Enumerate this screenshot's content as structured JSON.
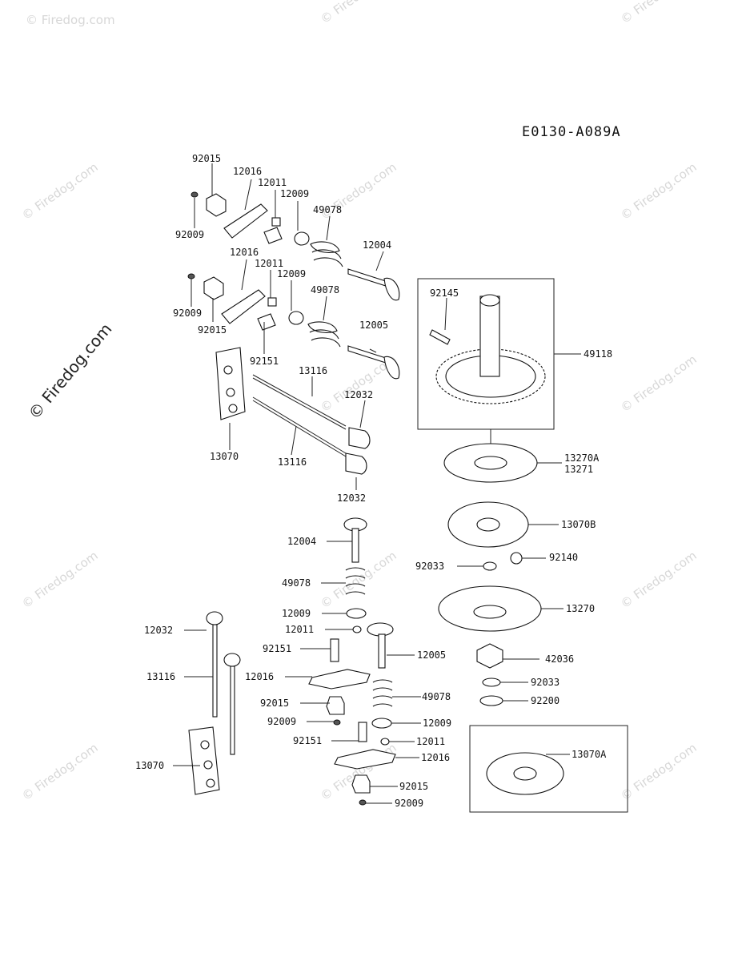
{
  "diagram_code": "E0130-A089A",
  "watermark_main": "© Firedog.com",
  "watermark_small": "© Firedog.com",
  "labels": {
    "l92015a": "92015",
    "l12016a": "12016",
    "l12011a": "12011",
    "l12009a": "12009",
    "l49078a": "49078",
    "l92009a": "92009",
    "l12004a": "12004",
    "l12016b": "12016",
    "l12011b": "12011",
    "l12009b": "12009",
    "l49078b": "49078",
    "l92009b": "92009",
    "l92015b": "92015",
    "l12005a": "12005",
    "l92151a": "92151",
    "l13116a": "13116",
    "l12032a": "12032",
    "l13070a": "13070",
    "l13116b": "13116",
    "l12032b": "12032",
    "l92145": "92145",
    "l49118": "49118",
    "l13270A": "13270A",
    "l13271": "13271",
    "l13070B": "13070B",
    "l12004b": "12004",
    "l92033a": "92033",
    "l92140": "92140",
    "l49078c": "49078",
    "l13270": "13270",
    "l12009c": "12009",
    "l12011c": "12011",
    "l12032c": "12032",
    "l92151b": "92151",
    "l12005b": "12005",
    "l13116c": "13116",
    "l12016c": "12016",
    "l42036": "42036",
    "l92015c": "92015",
    "l49078d": "49078",
    "l92033b": "92033",
    "l92009c": "92009",
    "l12009d": "12009",
    "l92200": "92200",
    "l92151c": "92151",
    "l12011d": "12011",
    "l13070c": "13070",
    "l12016d": "12016",
    "l13070A": "13070A",
    "l92015d": "92015",
    "l92009d": "92009"
  }
}
